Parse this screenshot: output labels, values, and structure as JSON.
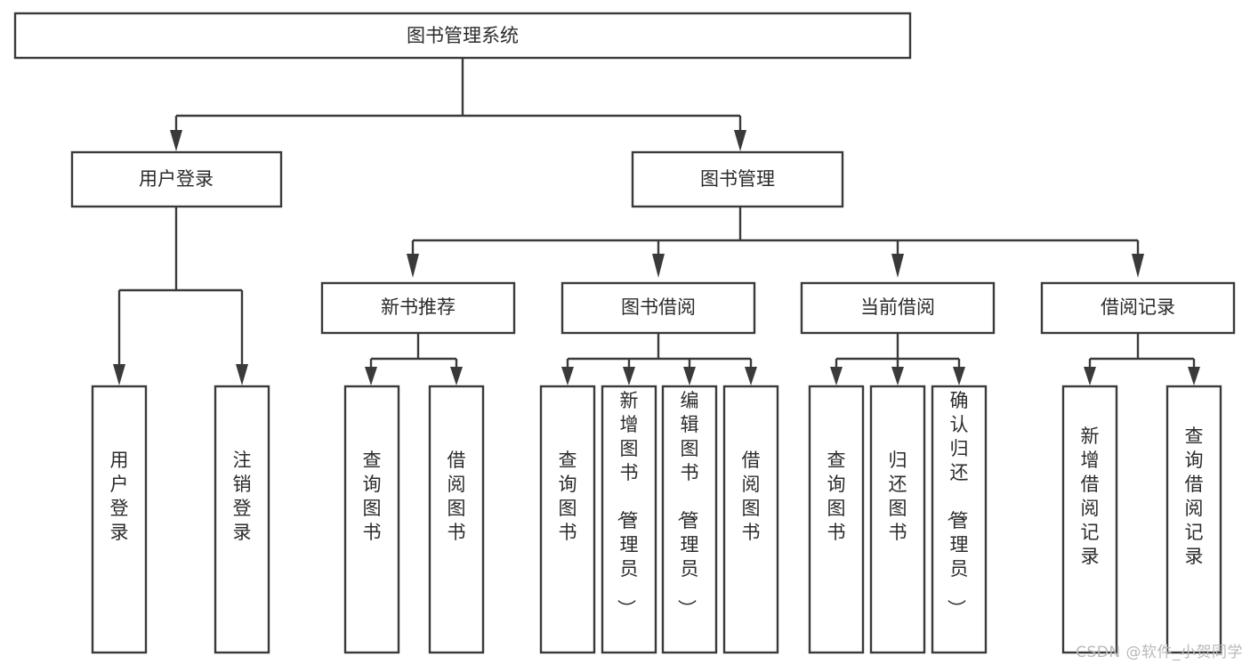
{
  "diagram": {
    "type": "tree",
    "title": "图书管理系统",
    "orientation": "top-down",
    "colors": {
      "stroke": "#3a3a3a",
      "box_fill": "#ffffff",
      "text": "#2b2b2b",
      "background": "#ffffff",
      "watermark": "#b9b9b9"
    },
    "root": {
      "label": "图书管理系统",
      "level": 1
    },
    "level2": [
      {
        "label": "用户登录"
      },
      {
        "label": "图书管理"
      }
    ],
    "level3": [
      {
        "label": "新书推荐",
        "parent": "图书管理"
      },
      {
        "label": "图书借阅",
        "parent": "图书管理"
      },
      {
        "label": "当前借阅",
        "parent": "图书管理"
      },
      {
        "label": "借阅记录",
        "parent": "图书管理"
      }
    ],
    "leaves": {
      "user_login": [
        {
          "label": "用户登录"
        },
        {
          "label": "注销登录"
        }
      ],
      "new_book_recommend": [
        {
          "label": "查询图书"
        },
        {
          "label": "借阅图书"
        }
      ],
      "book_borrow": [
        {
          "label": "查询图书"
        },
        {
          "label": "新增图书（管理员）"
        },
        {
          "label": "编辑图书（管理员）"
        },
        {
          "label": "借阅图书"
        }
      ],
      "current_borrow": [
        {
          "label": "查询图书"
        },
        {
          "label": "归还图书"
        },
        {
          "label": "确认归还（管理员）"
        }
      ],
      "borrow_record": [
        {
          "label": "新增借阅记录"
        },
        {
          "label": "查询借阅记录"
        }
      ]
    }
  },
  "watermark": {
    "text": "CSDN @软件_小贺同学"
  }
}
